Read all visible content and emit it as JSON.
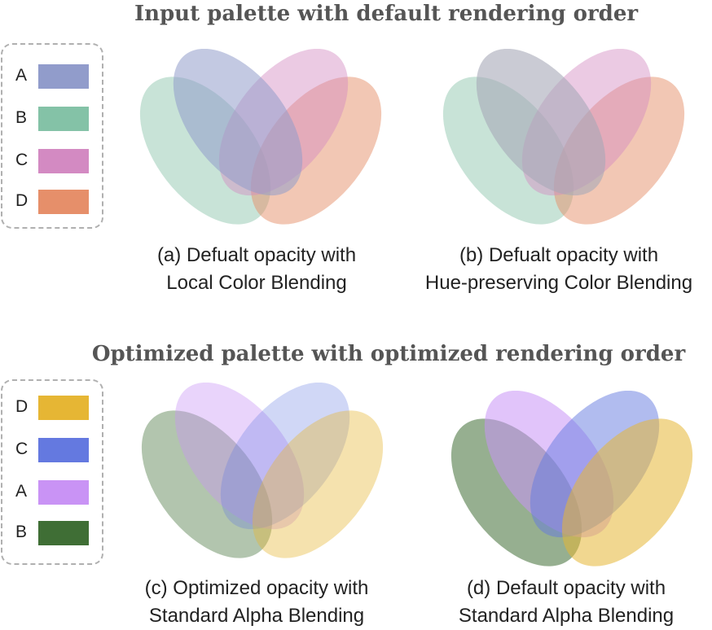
{
  "top": {
    "title": "Input palette with default rendering order",
    "legend": [
      {
        "key": "A",
        "color": "#919ccb"
      },
      {
        "key": "B",
        "color": "#84c2a7"
      },
      {
        "key": "C",
        "color": "#d38ac2"
      },
      {
        "key": "D",
        "color": "#e68f6a"
      }
    ],
    "panels": [
      {
        "id": "a",
        "caption_line1": "(a) Defualt opacity with",
        "caption_line2": "Local Color Blending",
        "layers": [
          {
            "set": "B",
            "color": "#84c2a7",
            "opacity": 0.45
          },
          {
            "set": "D",
            "color": "#e68f6a",
            "opacity": 0.5
          },
          {
            "set": "C",
            "color": "#d38ac2",
            "opacity": 0.45
          },
          {
            "set": "A",
            "color": "#919ccb",
            "opacity": 0.55
          }
        ]
      },
      {
        "id": "b",
        "caption_line1": "(b) Defualt opacity with",
        "caption_line2": "Hue-preserving Color Blending",
        "layers": [
          {
            "set": "B",
            "color": "#84c2a7",
            "opacity": 0.45
          },
          {
            "set": "D",
            "color": "#e68f6a",
            "opacity": 0.5
          },
          {
            "set": "C",
            "color": "#d38ac2",
            "opacity": 0.45
          },
          {
            "set": "A",
            "color": "#a6a9b8",
            "opacity": 0.6
          }
        ]
      }
    ]
  },
  "bottom": {
    "title": "Optimized palette with optimized rendering order",
    "legend": [
      {
        "key": "D",
        "color": "#e6b634"
      },
      {
        "key": "C",
        "color": "#6479e0"
      },
      {
        "key": "A",
        "color": "#c993f5"
      },
      {
        "key": "B",
        "color": "#3f6e35"
      }
    ],
    "panels": [
      {
        "id": "c",
        "caption_line1": "(c) Optimized opacity with",
        "caption_line2": "Standard Alpha Blending",
        "layers": [
          {
            "set": "B",
            "color": "#3f6e35",
            "opacity": 0.4
          },
          {
            "set": "A",
            "color": "#c993f5",
            "opacity": 0.4
          },
          {
            "set": "C",
            "color": "#6479e0",
            "opacity": 0.3
          },
          {
            "set": "D",
            "color": "#e6b634",
            "opacity": 0.4
          }
        ]
      },
      {
        "id": "d",
        "caption_line1": "(d) Default opacity with",
        "caption_line2": "Standard Alpha Blending",
        "layers": [
          {
            "set": "B",
            "color": "#3f6e35",
            "opacity": 0.55
          },
          {
            "set": "A",
            "color": "#c993f5",
            "opacity": 0.55
          },
          {
            "set": "C",
            "color": "#6479e0",
            "opacity": 0.5
          },
          {
            "set": "D",
            "color": "#e6b634",
            "opacity": 0.55
          }
        ]
      }
    ]
  }
}
